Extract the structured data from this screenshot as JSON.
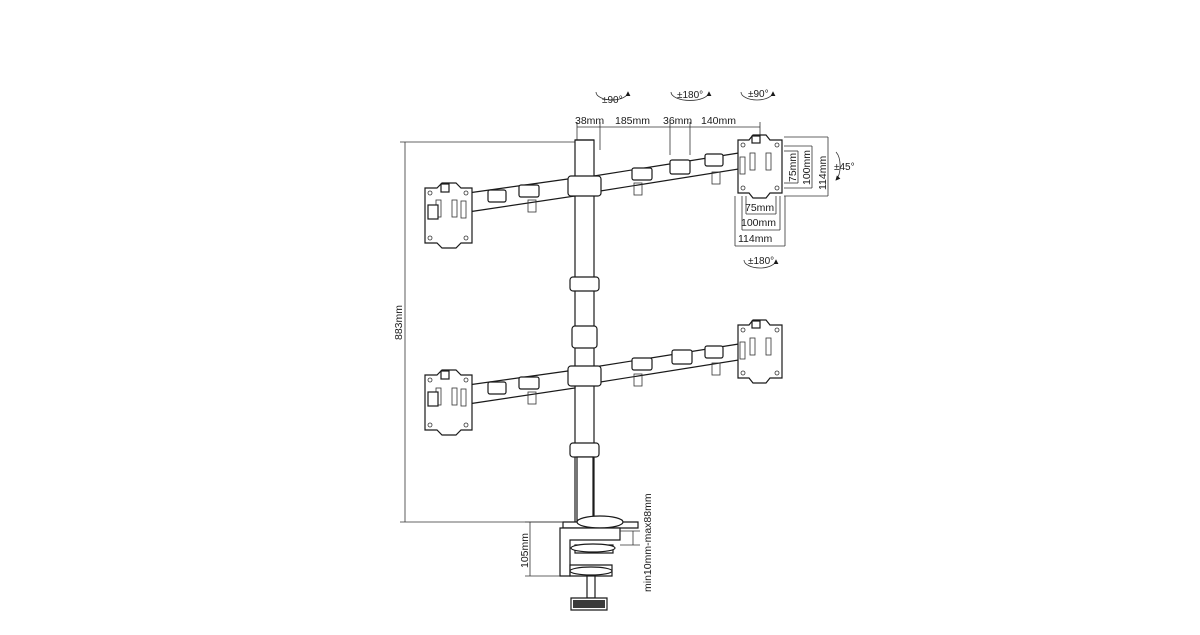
{
  "arm_segments": [
    "38mm",
    "185mm",
    "36mm",
    "140mm"
  ],
  "rotations": {
    "left": "±90°",
    "center": "±180°",
    "right": "±90°",
    "tilt": "±45°",
    "swivel": "±180°"
  },
  "vesa": {
    "w75": "75mm",
    "w100": "100mm",
    "w114": "114mm",
    "h75": "75mm",
    "h100": "100mm",
    "h114": "114mm"
  },
  "height": "883mm",
  "clamp_height": "105mm",
  "desk_thickness": "min10mm-max88mm"
}
